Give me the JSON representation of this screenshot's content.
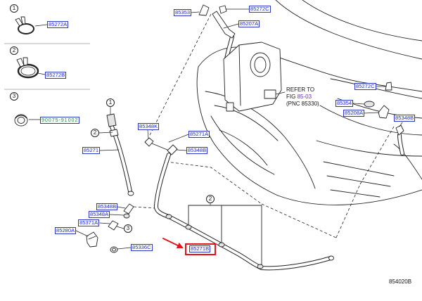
{
  "legend": [
    {
      "index": "1",
      "part_number": "85272A"
    },
    {
      "index": "2",
      "part_number": "85272B"
    },
    {
      "index": "3",
      "part_number": "90075-91002"
    }
  ],
  "callouts": {
    "nozzle_left": "1",
    "hose_left": "2",
    "nozzle_lower": "3",
    "hose_bracket": "2"
  },
  "part_labels": {
    "top_clip": "85353",
    "top_clamp": "85272C",
    "top_bracket": "85207A",
    "right_clamp": "85272C",
    "right_nozzle": "85354",
    "right_bracket": "85208A",
    "right_connector": "85348B",
    "left_hose": "85271",
    "upper_connector": "85348K",
    "middle_hose": "85271A",
    "middle_connector": "85348B",
    "lower_connector_b": "85348B",
    "lower_connector_a": "85348A",
    "lower_joint": "85371A",
    "lower_bracket": "85280A",
    "lower_cap": "85336C",
    "lower_hose": "85271B"
  },
  "reference_note": {
    "line1": "REFER TO",
    "fig_prefix": "FIG",
    "fig_number": "85-03",
    "pnc": "(PNC 85330)"
  },
  "figure_code": "854020B",
  "colors": {
    "label_text": "#1f2bd1",
    "label_border": "#2a36c9",
    "legend_special_text": "#1c8a3e",
    "figure_link": "#6b2fc5",
    "highlight": "#e3121b",
    "line_art": "#222222"
  }
}
